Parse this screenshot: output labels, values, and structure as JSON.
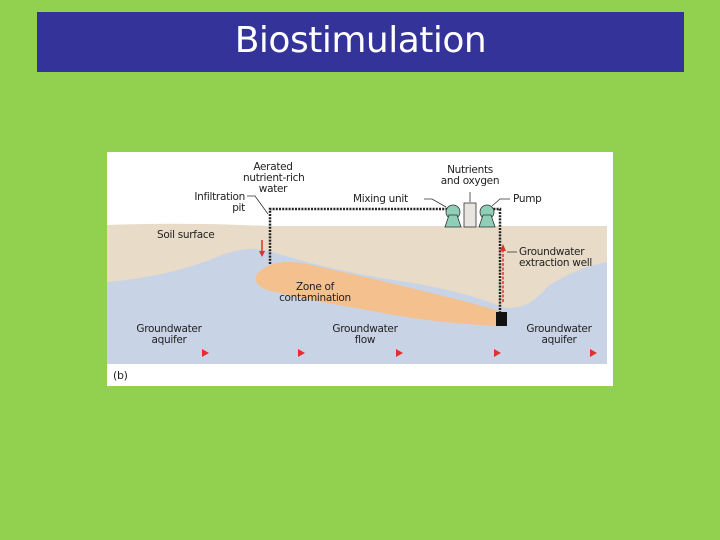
{
  "slide": {
    "title": "Biostimulation",
    "background_color": "#92d050",
    "title_bar_color": "#333399"
  },
  "figure": {
    "panel_label": "(b)",
    "labels": {
      "aerated_line1": "Aerated",
      "aerated_line2": "nutrient-rich",
      "aerated_line3": "water",
      "infiltration_line1": "Infiltration",
      "infiltration_line2": "pit",
      "soil_surface": "Soil surface",
      "nutrients_line1": "Nutrients",
      "nutrients_line2": "and oxygen",
      "mixing_unit": "Mixing unit",
      "pump": "Pump",
      "extraction_line1": "Groundwater",
      "extraction_line2": "extraction well",
      "zone_line1": "Zone of",
      "zone_line2": "contamination",
      "aquifer_left_line1": "Groundwater",
      "aquifer_left_line2": "aquifer",
      "flow_line1": "Groundwater",
      "flow_line2": "flow",
      "aquifer_right_line1": "Groundwater",
      "aquifer_right_line2": "aquifer"
    },
    "colors": {
      "soil": "#e8dcc8",
      "aquifer": "#c9d3e6",
      "contamination": "#f3c08e",
      "equipment": "#8fcfb8",
      "arrow": "#e0312a"
    }
  }
}
